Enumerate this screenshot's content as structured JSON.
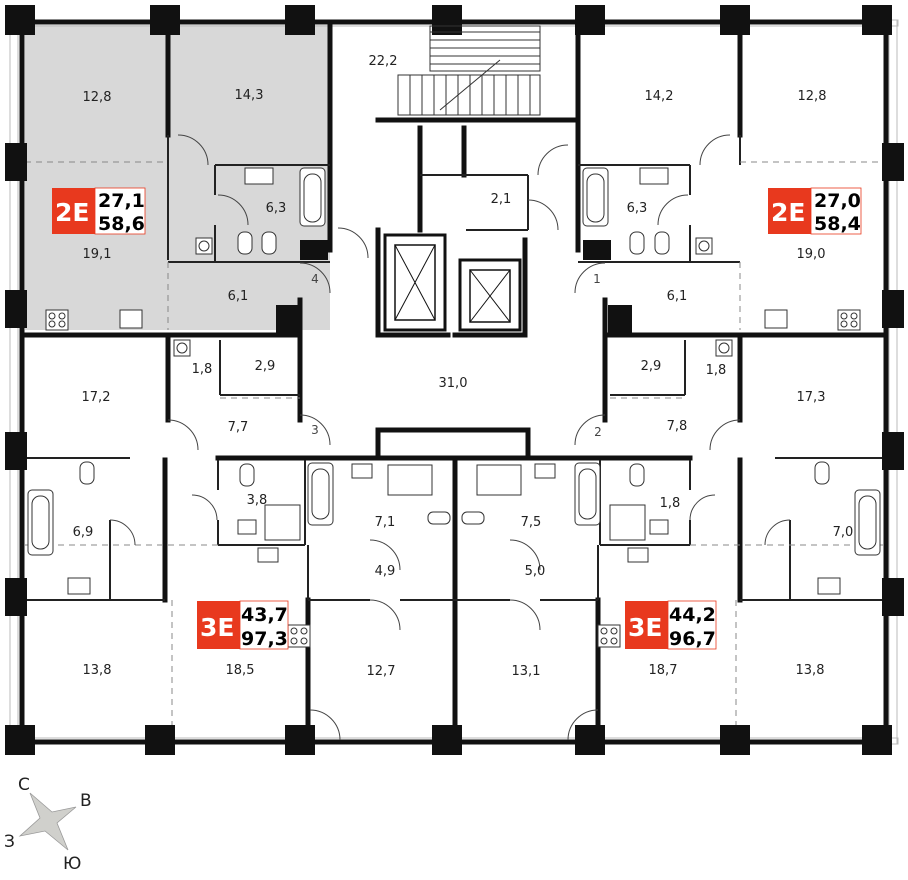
{
  "colors": {
    "wall": "#111111",
    "highlight": "#d8d8d8",
    "badge": "#e8391e",
    "glass": "#cfcfcf"
  },
  "rooms": {
    "a_room1": "12,8",
    "a_room2": "14,3",
    "a_bath": "6,3",
    "a_living": "19,1",
    "a_hall": "6,1",
    "stair": "22,2",
    "tech": "2,1",
    "lobby": "31,0",
    "b_room1": "14,2",
    "b_room2": "12,8",
    "b_bath": "6,3",
    "b_living": "19,0",
    "b_hall": "6,1",
    "c_room": "17,2",
    "c_wc": "1,8",
    "c_store": "2,9",
    "c_hall": "7,7",
    "c_bath": "6,9",
    "c_bath2": "3,8",
    "c_bedroom": "13,8",
    "c_living": "18,5",
    "c_room2": "12,7",
    "c_hall2": "4,9",
    "c_bath3": "7,1",
    "d_bath3": "7,5",
    "d_hall2": "5,0",
    "d_room2": "13,1",
    "d_living": "18,7",
    "d_bedroom": "13,8",
    "d_bath2": "1,8",
    "d_bath": "7,0",
    "d_hall": "7,8",
    "d_store": "2,9",
    "d_wc": "1,8",
    "d_room": "17,3"
  },
  "doors": {
    "d1": "1",
    "d2": "2",
    "d3": "3",
    "d4": "4"
  },
  "apartments": {
    "a": {
      "code": "2Е",
      "living_area": "27,1",
      "total_area": "58,6"
    },
    "b": {
      "code": "2Е",
      "living_area": "27,0",
      "total_area": "58,4"
    },
    "c": {
      "code": "3Е",
      "living_area": "43,7",
      "total_area": "97,3"
    },
    "d": {
      "code": "3Е",
      "living_area": "44,2",
      "total_area": "96,7"
    }
  },
  "compass": {
    "north": "С",
    "east": "В",
    "south": "Ю",
    "west": "З"
  }
}
